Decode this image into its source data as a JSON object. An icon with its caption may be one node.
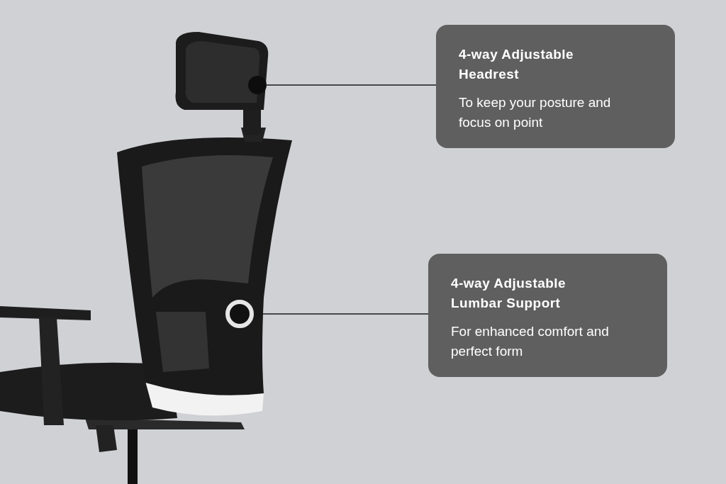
{
  "diagram": {
    "nodes": [
      {
        "text": [
          "4-way Adjustable Headrest",
          "To keep your posture and focus on point"
        ]
      },
      {
        "text": [
          "4-way Adjustable Lumbar Support",
          "For enhanced comfort and perfect form"
        ]
      },
      {
        "text": [],
        "shape": "circle"
      },
      {
        "text": [],
        "shape": "circle"
      }
    ],
    "edges": [
      {
        "from": 0,
        "to": 2,
        "arrow": "none"
      },
      {
        "from": 1,
        "to": 3,
        "arrow": "none"
      }
    ]
  }
}
